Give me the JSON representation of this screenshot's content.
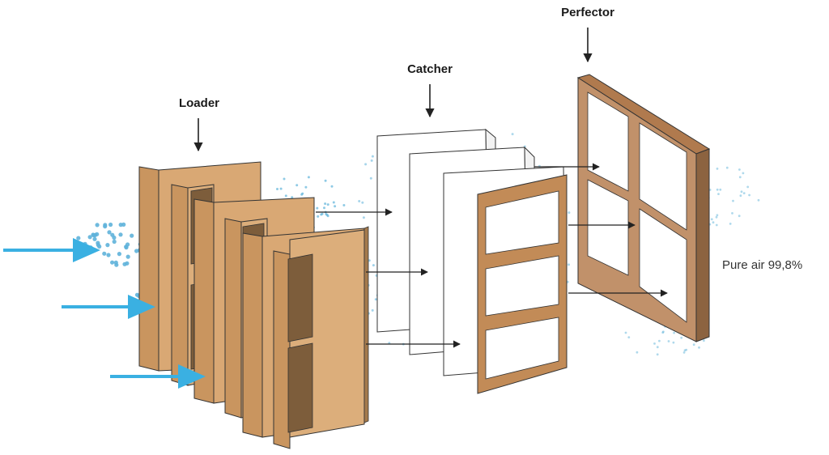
{
  "labels": {
    "loader": "Loader",
    "catcher": "Catcher",
    "perfector": "Perfector",
    "output": "Pure air 99,8%"
  },
  "colors": {
    "cardboard": "#d9a874",
    "cardboard_light": "#e2b683",
    "cardboard_dark": "#a57a4c",
    "loader_window": "#7d5d3b",
    "perfector_frame": "#c1916a",
    "perfector_dark": "#8c6340",
    "particle": "#5fb3da",
    "arrow_blue": "#3ab0e2",
    "arrow_dark": "#222222",
    "outline": "#333333"
  },
  "icons": [
    "incoming-air-arrow-icon",
    "down-pointer-arrow-icon",
    "flow-arrow-icon"
  ]
}
